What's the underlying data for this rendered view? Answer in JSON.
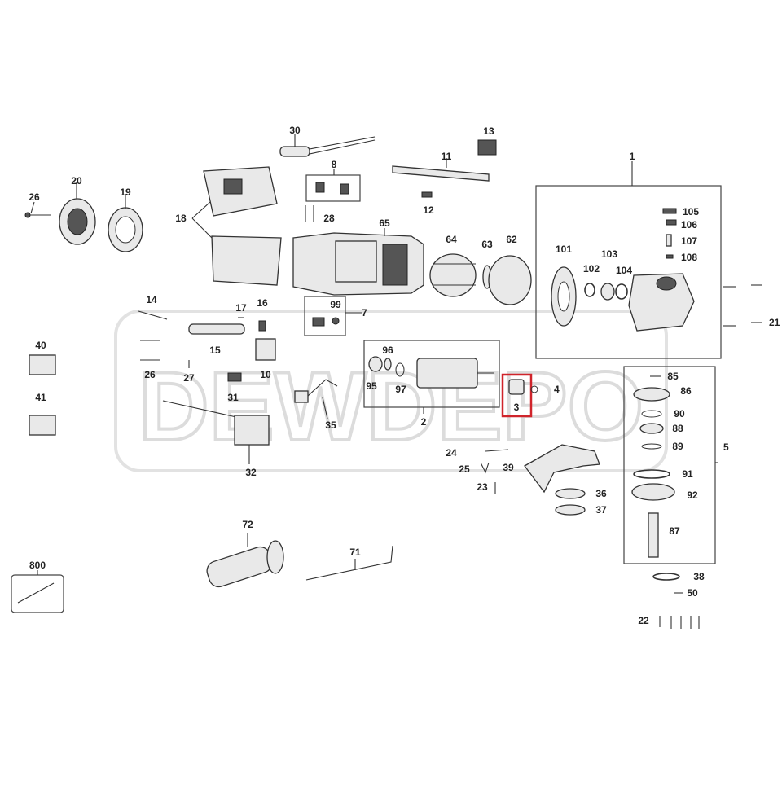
{
  "watermark": "DEWDEPO",
  "highlighted_part": "3",
  "labels": {
    "p1": "1",
    "p2": "2",
    "p3": "3",
    "p4": "4",
    "p5": "5",
    "p7": "7",
    "p8": "8",
    "p10": "10",
    "p11": "11",
    "p12": "12",
    "p13": "13",
    "p14": "14",
    "p15": "15",
    "p16": "16",
    "p17": "17",
    "p18": "18",
    "p19": "19",
    "p20": "20",
    "p21": "21",
    "p22": "22",
    "p23": "23",
    "p24": "24",
    "p25": "25",
    "p26a": "26",
    "p26b": "26",
    "p27": "27",
    "p28": "28",
    "p30": "30",
    "p31": "31",
    "p32": "32",
    "p35": "35",
    "p36": "36",
    "p37": "37",
    "p38": "38",
    "p39": "39",
    "p40": "40",
    "p41": "41",
    "p50": "50",
    "p62": "62",
    "p63": "63",
    "p64": "64",
    "p65": "65",
    "p71": "71",
    "p72": "72",
    "p85": "85",
    "p86": "86",
    "p87": "87",
    "p88": "88",
    "p89": "89",
    "p90": "90",
    "p91": "91",
    "p92": "92",
    "p95": "95",
    "p96": "96",
    "p97": "97",
    "p99": "99",
    "p101": "101",
    "p102": "102",
    "p103": "103",
    "p104": "104",
    "p105": "105",
    "p106": "106",
    "p107": "107",
    "p108": "108",
    "p800": "800"
  }
}
